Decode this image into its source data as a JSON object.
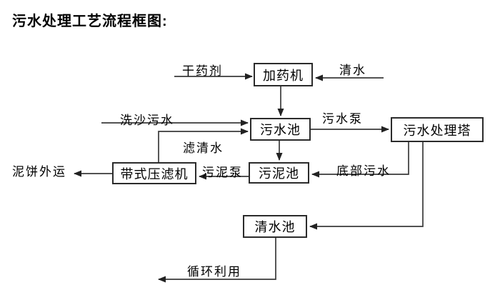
{
  "title": "污水处理工艺流程框图:",
  "nodes": {
    "dosing_machine": {
      "label": "加药机"
    },
    "sewage_pool": {
      "label": "污水池"
    },
    "treatment_tower": {
      "label": "污水处理塔"
    },
    "sludge_pool": {
      "label": "污泥池"
    },
    "belt_filter_press": {
      "label": "带式压滤机"
    },
    "clear_water_pool": {
      "label": "清水池"
    }
  },
  "flow_labels": {
    "dry_agent": "干药剂",
    "clear_water": "清水",
    "sand_wash_sewage": "洗沙污水",
    "sewage_pump": "污水泵",
    "filtered_clear_water": "滤清水",
    "sludge_pump": "污泥泵",
    "bottom_sewage": "底部污水",
    "mud_cake_outbound": "泥饼外运",
    "recycling": "循环利用"
  },
  "edges": [
    {
      "from": "external",
      "to": "dosing_machine",
      "label": "干药剂"
    },
    {
      "from": "external",
      "to": "dosing_machine",
      "label": "清水"
    },
    {
      "from": "dosing_machine",
      "to": "sewage_pool",
      "label": ""
    },
    {
      "from": "external",
      "to": "sewage_pool",
      "label": "洗沙污水"
    },
    {
      "from": "belt_filter_press",
      "to": "sewage_pool",
      "label": "滤清水"
    },
    {
      "from": "sewage_pool",
      "to": "treatment_tower",
      "label": "污水泵"
    },
    {
      "from": "sewage_pool",
      "to": "sludge_pool",
      "label": ""
    },
    {
      "from": "treatment_tower",
      "to": "sludge_pool",
      "label": "底部污水"
    },
    {
      "from": "sludge_pool",
      "to": "belt_filter_press",
      "label": "污泥泵"
    },
    {
      "from": "belt_filter_press",
      "to": "external",
      "label": "泥饼外运"
    },
    {
      "from": "treatment_tower",
      "to": "clear_water_pool",
      "label": ""
    },
    {
      "from": "clear_water_pool",
      "to": "external",
      "label": "循环利用"
    }
  ],
  "colors": {
    "background": "#ffffff",
    "line": "#3a3a3a",
    "box_border": "#2b2b2b",
    "text": "#000000"
  }
}
